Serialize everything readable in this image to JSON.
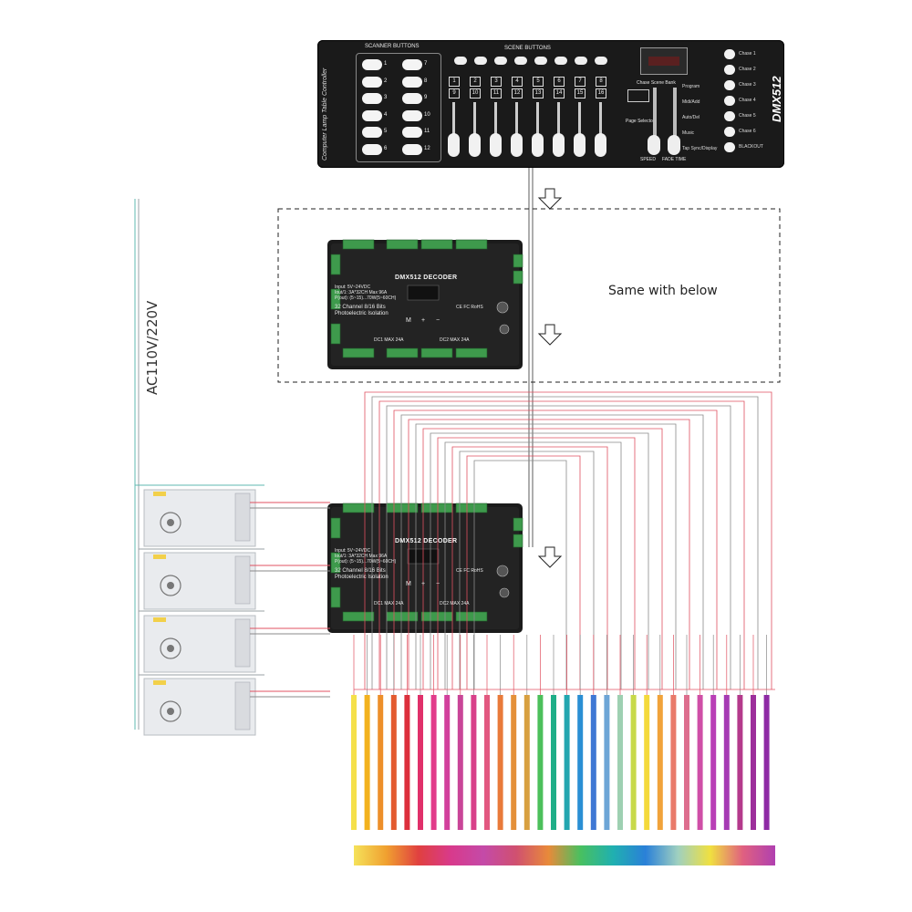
{
  "console": {
    "side_label": "Computer Lamp Table Controller",
    "scanner_buttons_label": "SCANNER BUTTONS",
    "scene_buttons_label": "SCENE BUTTONS",
    "brand_label": "DMX512",
    "scanner_numbers": [
      "1",
      "2",
      "3",
      "4",
      "5",
      "6",
      "7",
      "8",
      "9",
      "10",
      "11",
      "12"
    ],
    "channel_top": [
      "1",
      "2",
      "3",
      "4",
      "5",
      "6",
      "7",
      "8"
    ],
    "channel_bottom": [
      "9",
      "10",
      "11",
      "12",
      "13",
      "14",
      "15",
      "16"
    ],
    "right_labels": [
      "Chase 1",
      "Chase 2",
      "Chase 3",
      "Chase 4",
      "Chase 5",
      "Chase 6",
      "BLACKOUT"
    ],
    "mid_labels": [
      "Program",
      "Midi/Add",
      "Auto/Del",
      "Music",
      "Tap Sync/Display"
    ],
    "page_select_label": "Page Selector",
    "speed_label": "SPEED",
    "fade_label": "FADE TIME",
    "chase_scene_labels": [
      "Chase",
      "Scene",
      "Bank"
    ]
  },
  "decoder": {
    "title": "DMX512 DECODER",
    "spec_lines": [
      "Input: 5V~24VDC",
      "Iout/1: 3A*32CH Max 96A",
      "P(out): (5~15)...70W(5~60CH)"
    ],
    "channel_line": "32 Channel  8/16 Bits",
    "isolation_line": "Photoelectric Isolation",
    "cert_line": "CE FC RoHS",
    "button_labels": [
      "M",
      "+",
      "−"
    ],
    "dc_labels": [
      "DC1  MAX 24A",
      "DC2  MAX 24A"
    ]
  },
  "annotation": {
    "same_with_below": "Same with below",
    "ac_label": "AC110V/220V"
  },
  "colors": {
    "strips": [
      "#f5e04a",
      "#f2b21f",
      "#ed8f2a",
      "#e35a2f",
      "#dc2f3c",
      "#e0306a",
      "#e23b8a",
      "#d2409c",
      "#c94598",
      "#d8408a",
      "#e25880",
      "#e97a3a",
      "#e4903a",
      "#d8a040",
      "#4cc05b",
      "#1fae88",
      "#23a6b0",
      "#2a8fd4",
      "#3f78d4",
      "#6da5d6",
      "#9ed0b2",
      "#c7d94a",
      "#f4d93b",
      "#f1a33a",
      "#e97a6a",
      "#dd6e8e",
      "#cf4fa7",
      "#b93fb6",
      "#a63bb4",
      "#b43a8c",
      "#9d2f9b",
      "#8e2aa5"
    ],
    "gradient": [
      "#f5e25a",
      "#f0a030",
      "#e04040",
      "#d83a8c",
      "#c44aa8",
      "#d05070",
      "#e88a3a",
      "#48c060",
      "#20b0b0",
      "#2a80d8",
      "#9fd0c0",
      "#f0e040",
      "#e06080",
      "#b040b0"
    ],
    "wire_red": "#e05060",
    "wire_grey": "#8a8a8a",
    "arrow": "#222222"
  }
}
